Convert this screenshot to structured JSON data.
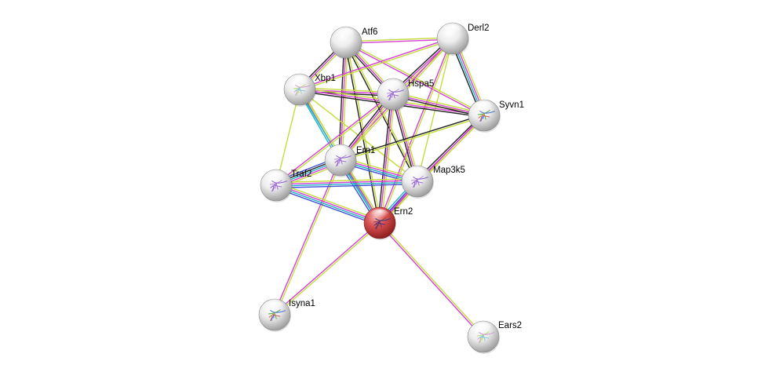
{
  "network": {
    "colors": {
      "query_node": "#d93a3a",
      "node": "#e8e8e8",
      "evidence": {
        "textmining": "#c6dc3c",
        "experiments": "#d43fd4",
        "databases": "#1fb3c8",
        "coexpression": "#222222",
        "neighborhood": "#2a9d2a",
        "homology": "#3f4fd6"
      }
    },
    "nodes": [
      {
        "id": "Atf6",
        "label": "Atf6",
        "query": false,
        "structure": "none"
      },
      {
        "id": "Derl2",
        "label": "Derl2",
        "query": false,
        "structure": "none"
      },
      {
        "id": "Xbp1",
        "label": "Xbp1",
        "query": false,
        "structure": "thin"
      },
      {
        "id": "Hspa5",
        "label": "Hspa5",
        "query": false,
        "structure": "purple"
      },
      {
        "id": "Syvn1",
        "label": "Syvn1",
        "query": false,
        "structure": "multi"
      },
      {
        "id": "Ern1",
        "label": "Ern1",
        "query": false,
        "structure": "purple"
      },
      {
        "id": "Traf2",
        "label": "Traf2",
        "query": false,
        "structure": "purple"
      },
      {
        "id": "Map3k5",
        "label": "Map3k5",
        "query": false,
        "structure": "purple"
      },
      {
        "id": "Ern2",
        "label": "Ern2",
        "query": true,
        "structure": "dark"
      },
      {
        "id": "Isyna1",
        "label": "Isyna1",
        "query": false,
        "structure": "multi"
      },
      {
        "id": "Ears2",
        "label": "Ears2",
        "query": false,
        "structure": "thin"
      }
    ],
    "edges": [
      {
        "a": "Atf6",
        "b": "Derl2",
        "evidence": [
          "textmining",
          "experiments"
        ]
      },
      {
        "a": "Atf6",
        "b": "Xbp1",
        "evidence": [
          "textmining",
          "experiments",
          "coexpression"
        ]
      },
      {
        "a": "Atf6",
        "b": "Hspa5",
        "evidence": [
          "textmining",
          "experiments",
          "coexpression"
        ]
      },
      {
        "a": "Atf6",
        "b": "Syvn1",
        "evidence": [
          "textmining",
          "experiments"
        ]
      },
      {
        "a": "Atf6",
        "b": "Ern1",
        "evidence": [
          "textmining",
          "experiments",
          "coexpression"
        ]
      },
      {
        "a": "Atf6",
        "b": "Ern2",
        "evidence": [
          "textmining",
          "coexpression"
        ]
      },
      {
        "a": "Atf6",
        "b": "Map3k5",
        "evidence": [
          "textmining",
          "coexpression"
        ]
      },
      {
        "a": "Derl2",
        "b": "Xbp1",
        "evidence": [
          "textmining",
          "experiments"
        ]
      },
      {
        "a": "Derl2",
        "b": "Hspa5",
        "evidence": [
          "textmining",
          "experiments",
          "coexpression"
        ]
      },
      {
        "a": "Derl2",
        "b": "Syvn1",
        "evidence": [
          "textmining",
          "experiments",
          "databases",
          "coexpression"
        ]
      },
      {
        "a": "Derl2",
        "b": "Ern1",
        "evidence": [
          "textmining",
          "experiments"
        ]
      },
      {
        "a": "Derl2",
        "b": "Ern2",
        "evidence": [
          "textmining",
          "experiments"
        ]
      },
      {
        "a": "Derl2",
        "b": "Map3k5",
        "evidence": [
          "textmining"
        ]
      },
      {
        "a": "Xbp1",
        "b": "Hspa5",
        "evidence": [
          "textmining",
          "experiments",
          "coexpression"
        ]
      },
      {
        "a": "Xbp1",
        "b": "Syvn1",
        "evidence": [
          "textmining",
          "experiments",
          "coexpression"
        ]
      },
      {
        "a": "Xbp1",
        "b": "Ern1",
        "evidence": [
          "textmining",
          "experiments",
          "databases"
        ]
      },
      {
        "a": "Xbp1",
        "b": "Ern2",
        "evidence": [
          "textmining",
          "databases"
        ]
      },
      {
        "a": "Xbp1",
        "b": "Traf2",
        "evidence": [
          "textmining"
        ]
      },
      {
        "a": "Xbp1",
        "b": "Map3k5",
        "evidence": [
          "textmining"
        ]
      },
      {
        "a": "Hspa5",
        "b": "Syvn1",
        "evidence": [
          "textmining",
          "experiments",
          "coexpression"
        ]
      },
      {
        "a": "Hspa5",
        "b": "Ern1",
        "evidence": [
          "textmining",
          "experiments",
          "coexpression"
        ]
      },
      {
        "a": "Hspa5",
        "b": "Ern2",
        "evidence": [
          "textmining",
          "experiments",
          "coexpression"
        ]
      },
      {
        "a": "Hspa5",
        "b": "Traf2",
        "evidence": [
          "textmining",
          "experiments"
        ]
      },
      {
        "a": "Hspa5",
        "b": "Map3k5",
        "evidence": [
          "textmining",
          "experiments",
          "coexpression"
        ]
      },
      {
        "a": "Syvn1",
        "b": "Ern1",
        "evidence": [
          "textmining",
          "coexpression"
        ]
      },
      {
        "a": "Syvn1",
        "b": "Ern2",
        "evidence": [
          "textmining",
          "experiments"
        ]
      },
      {
        "a": "Syvn1",
        "b": "Map3k5",
        "evidence": [
          "textmining",
          "experiments",
          "coexpression"
        ]
      },
      {
        "a": "Ern1",
        "b": "Traf2",
        "evidence": [
          "textmining",
          "experiments",
          "databases",
          "coexpression",
          "homology"
        ]
      },
      {
        "a": "Ern1",
        "b": "Map3k5",
        "evidence": [
          "textmining",
          "experiments",
          "databases",
          "homology"
        ]
      },
      {
        "a": "Ern1",
        "b": "Ern2",
        "evidence": [
          "textmining",
          "experiments",
          "databases",
          "homology"
        ]
      },
      {
        "a": "Ern1",
        "b": "Isyna1",
        "evidence": [
          "textmining",
          "experiments"
        ]
      },
      {
        "a": "Traf2",
        "b": "Map3k5",
        "evidence": [
          "textmining",
          "experiments",
          "databases",
          "homology"
        ]
      },
      {
        "a": "Traf2",
        "b": "Ern2",
        "evidence": [
          "textmining",
          "experiments",
          "databases",
          "homology"
        ]
      },
      {
        "a": "Map3k5",
        "b": "Ern2",
        "evidence": [
          "textmining",
          "experiments",
          "homology",
          "databases"
        ]
      },
      {
        "a": "Ern2",
        "b": "Isyna1",
        "evidence": [
          "textmining",
          "experiments"
        ]
      },
      {
        "a": "Ern2",
        "b": "Ears2",
        "evidence": [
          "textmining",
          "experiments"
        ]
      }
    ]
  }
}
